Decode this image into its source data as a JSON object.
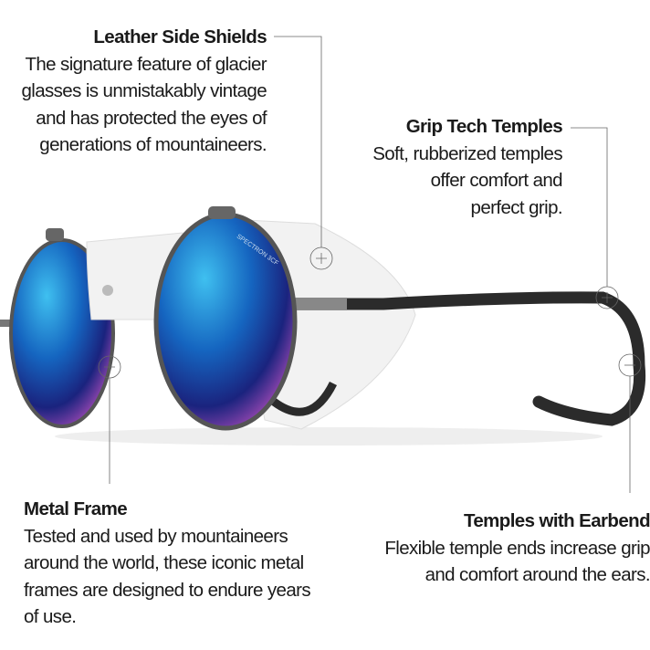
{
  "callouts": [
    {
      "title": "Leather Side Shields",
      "lines": [
        "The signature feature of glacier",
        "glasses is unmistakably vintage",
        "and has protected the eyes of",
        "generations of mountaineers."
      ]
    },
    {
      "title": "Grip Tech Temples",
      "lines": [
        "Soft, rubberized temples",
        "offer comfort and",
        "perfect grip."
      ]
    },
    {
      "title": "Metal Frame",
      "lines": [
        "Tested and used by mountaineers",
        "around the world, these iconic metal",
        "frames are designed to endure years",
        "of use."
      ]
    },
    {
      "title": "Temples with Earbend",
      "lines": [
        "Flexible temple ends increase grip",
        "and comfort around the ears."
      ]
    }
  ],
  "product": {
    "lens_print": "SPECTRON 3CF",
    "lens_colors": [
      "#1fa3e0",
      "#1a2a8a",
      "#8a3fb0"
    ],
    "leather_color": "#f2f2f2",
    "temple_color": "#2b2b2b"
  }
}
